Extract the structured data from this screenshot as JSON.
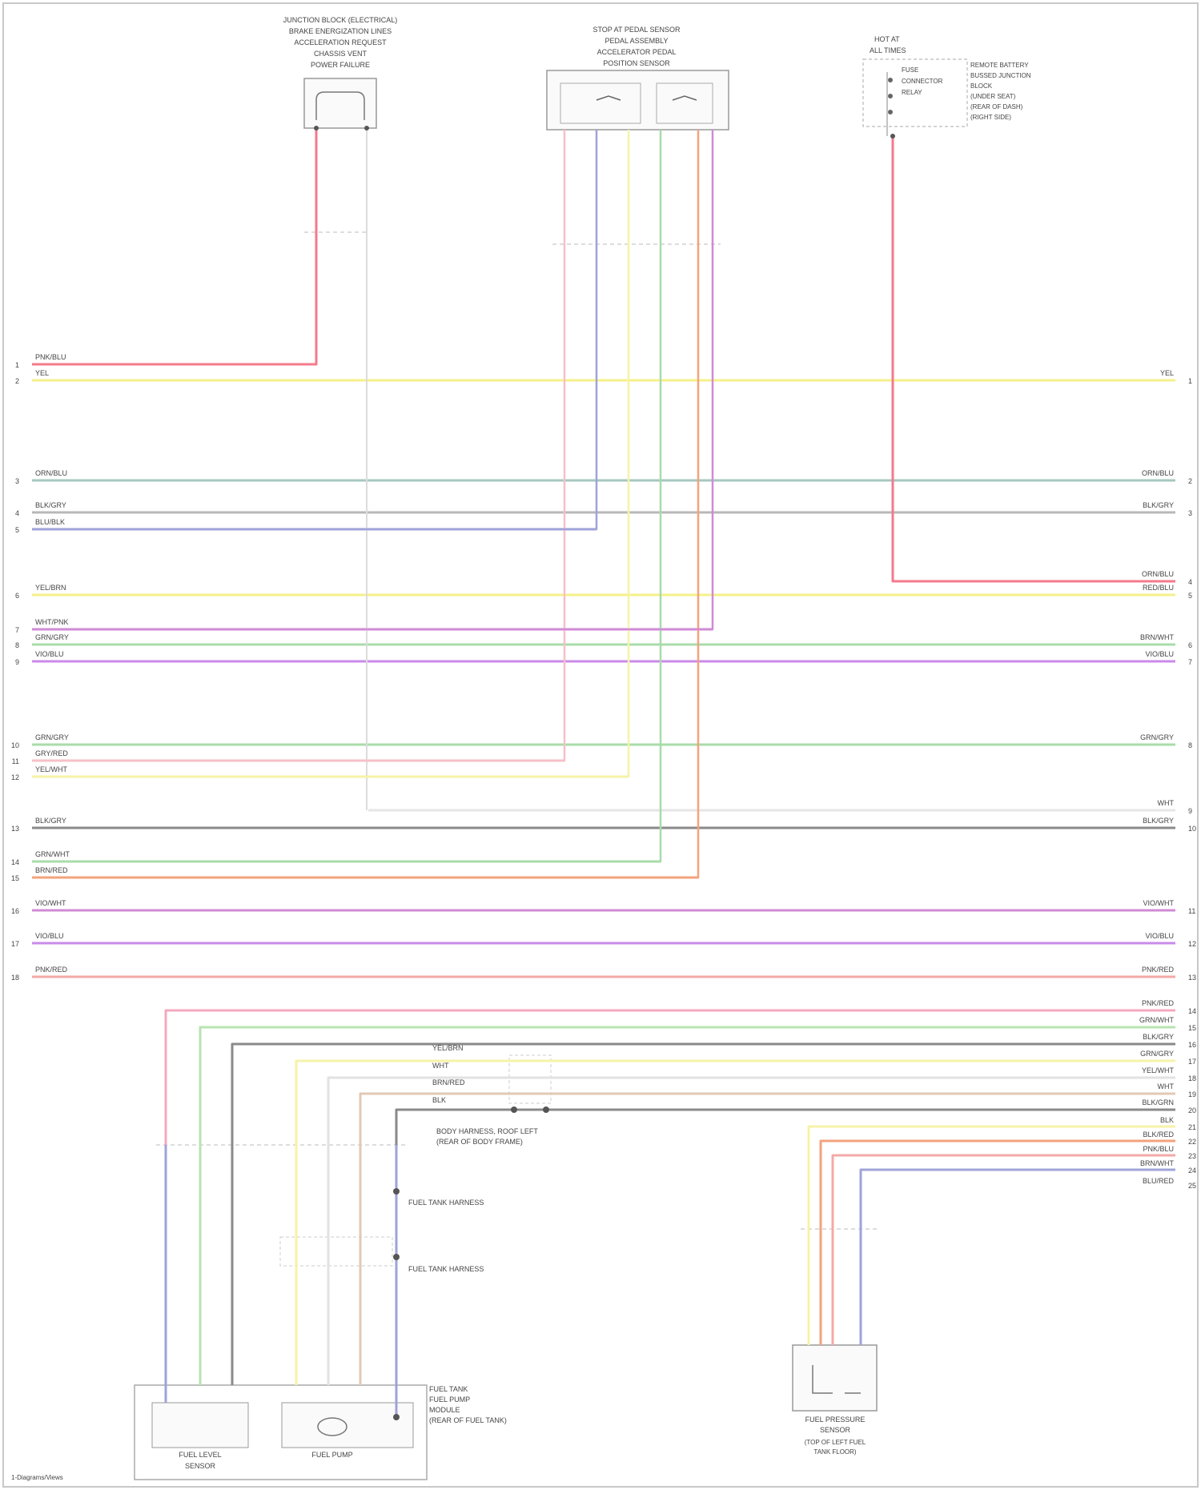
{
  "diagram": {
    "components": {
      "brake_switch": [
        "JUNCTION BLOCK (ELECTRICAL)",
        "BRAKE ENERGIZATION LINES",
        "ACCELERATION REQUEST",
        "CHASSIS VENT",
        "POWER FAILURE"
      ],
      "pedal_sensor": [
        "STOP AT PEDAL SENSOR",
        "PEDAL ASSEMBLY",
        "ACCELERATOR PEDAL",
        "POSITION SENSOR"
      ],
      "hot_at": [
        "HOT AT",
        "ALL TIMES",
        "FUSE",
        "CONNECTOR",
        "RELAY"
      ],
      "hot_at_notes": [
        "REMOTE BATTERY",
        "BUSSED JUNCTION",
        "BLOCK",
        "(UNDER SEAT)",
        "(REAR OF DASH)",
        "(RIGHT SIDE)"
      ],
      "fuel_level_sensor": [
        "FUEL LEVEL",
        "SENSOR"
      ],
      "fuel_pump": "FUEL PUMP",
      "fuel_tank_module": [
        "FUEL TANK",
        "FUEL PUMP",
        "MODULE",
        "(REAR OF FUEL TANK)"
      ],
      "pressure_sensor": [
        "FUEL PRESSURE",
        "SENSOR",
        "(TOP OF LEFT FUEL",
        "TANK FLOOR)"
      ],
      "ground_main": [
        "BODY HARNESS, ROOF LEFT",
        "(REAR OF BODY FRAME)"
      ],
      "ground_g1": [
        "FUEL TANK HARNESS"
      ],
      "ground_g2": [
        "FUEL TANK HARNESS"
      ]
    },
    "wire_labels_left": [
      "PNK/BLU",
      "YEL",
      "ORN/BLU",
      "BLK/GRY",
      "BLU/BLK",
      "YEL/BRN",
      "WHT/PNK",
      "GRN/GRY",
      "VIO/BLU",
      "GRN/GRY",
      "GRY/RED",
      "YEL/WHT",
      "BLK/GRY",
      "GRN/WHT",
      "BRN/RED",
      "VIO/WHT",
      "VIO/BLU",
      "PNK/RED"
    ],
    "wire_labels_right": [
      "YEL",
      "ORN/BLU",
      "BLK/GRY",
      "ORN/BLU",
      "RED/BLU",
      "BRN/WHT",
      "VIO/BLU",
      "GRN/GRY",
      "WHT",
      "BLK/GRY",
      "VIO/WHT",
      "VIO/BLU",
      "PNK/RED",
      "PNK/RED",
      "GRN/WHT",
      "BLK/GRY",
      "GRN/GRY",
      "YEL/WHT",
      "WHT",
      "BLK/GRN",
      "BLK",
      "BLK/RED",
      "PNK/BLU",
      "BRN/WHT",
      "BLU/RED"
    ],
    "pins_left": [
      "1",
      "2",
      "3",
      "4",
      "5",
      "6",
      "7",
      "8",
      "9",
      "10",
      "11",
      "12",
      "13",
      "14",
      "15",
      "16",
      "17",
      "18"
    ],
    "pins_right": [
      "1",
      "2",
      "3",
      "4",
      "5",
      "6",
      "7",
      "8",
      "9",
      "10",
      "11",
      "12",
      "13",
      "14",
      "15",
      "16",
      "17",
      "18",
      "19",
      "20",
      "21",
      "22",
      "23",
      "24",
      "25"
    ],
    "bottom_wire_labels": [
      "YEL/BRN",
      "WHT",
      "BRN/RED",
      "BLK"
    ],
    "footer": "1-Diagrams/Views"
  }
}
